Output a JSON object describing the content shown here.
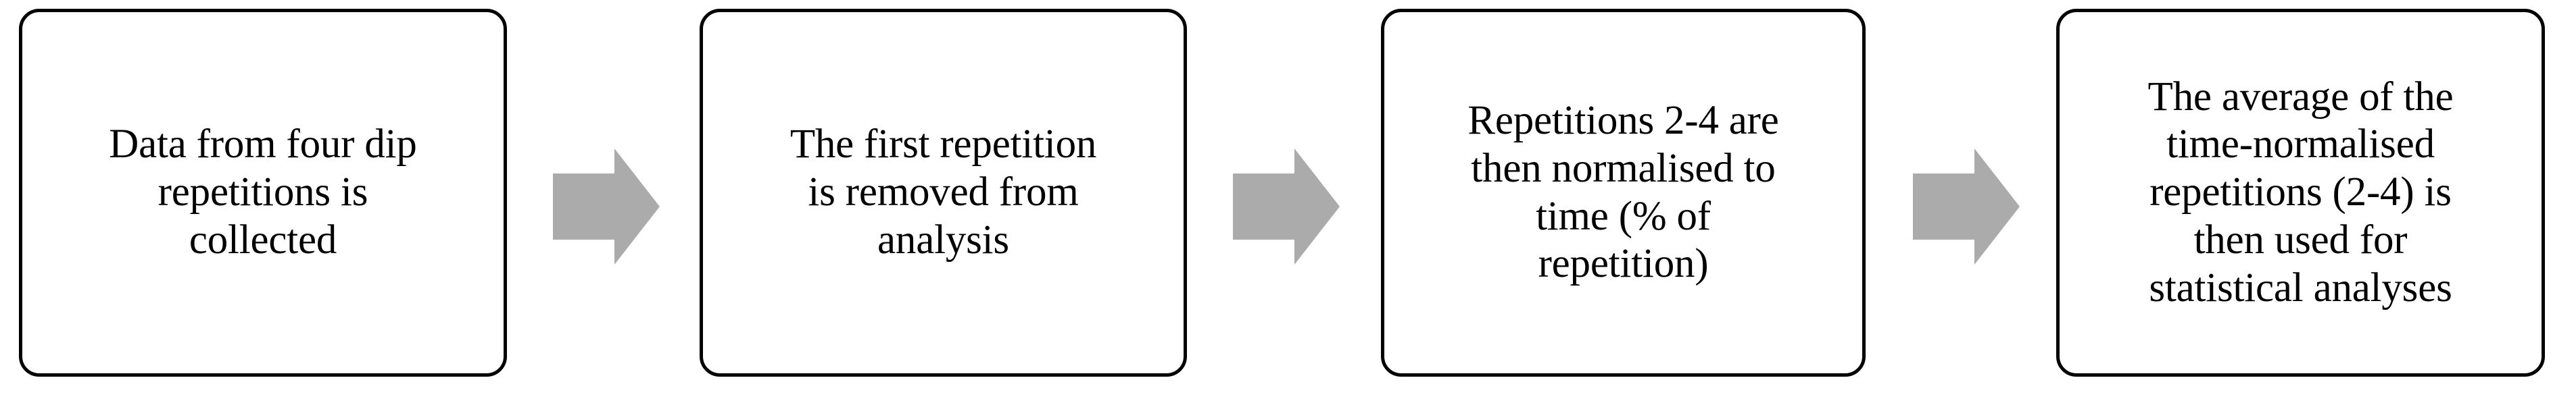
{
  "diagram": {
    "type": "linear-process-flow",
    "orientation": "horizontal",
    "step_count": 4,
    "connector_count": 3,
    "colors": {
      "background": "#ffffff",
      "box_fill": "#ffffff",
      "box_border": "#000000",
      "text": "#000000",
      "arrow_fill": "#ababab"
    },
    "steps": [
      {
        "index": 1,
        "text": "Data from four dip\nrepetitions is\ncollected",
        "lines": [
          "Data from four dip",
          "repetitions is",
          "collected"
        ]
      },
      {
        "index": 2,
        "text": "The first repetition\nis removed from\nanalysis",
        "lines": [
          "The first repetition",
          "is removed from",
          "analysis"
        ]
      },
      {
        "index": 3,
        "text": "Repetitions 2-4 are\nthen normalised to\ntime (% of\nrepetition)",
        "lines": [
          "Repetitions 2-4 are",
          "then normalised to",
          "time (% of",
          "repetition)"
        ]
      },
      {
        "index": 4,
        "text": "The average of the\ntime-normalised\nrepetitions (2-4) is\nthen used for\nstatistical analyses",
        "lines": [
          "The average of the",
          "time-normalised",
          "repetitions (2-4) is",
          "then used for",
          "statistical analyses"
        ]
      }
    ],
    "connectors": [
      {
        "index": 1,
        "icon": "right-block-arrow-icon",
        "from_step": 1,
        "to_step": 2
      },
      {
        "index": 2,
        "icon": "right-block-arrow-icon",
        "from_step": 2,
        "to_step": 3
      },
      {
        "index": 3,
        "icon": "right-block-arrow-icon",
        "from_step": 3,
        "to_step": 4
      }
    ]
  }
}
